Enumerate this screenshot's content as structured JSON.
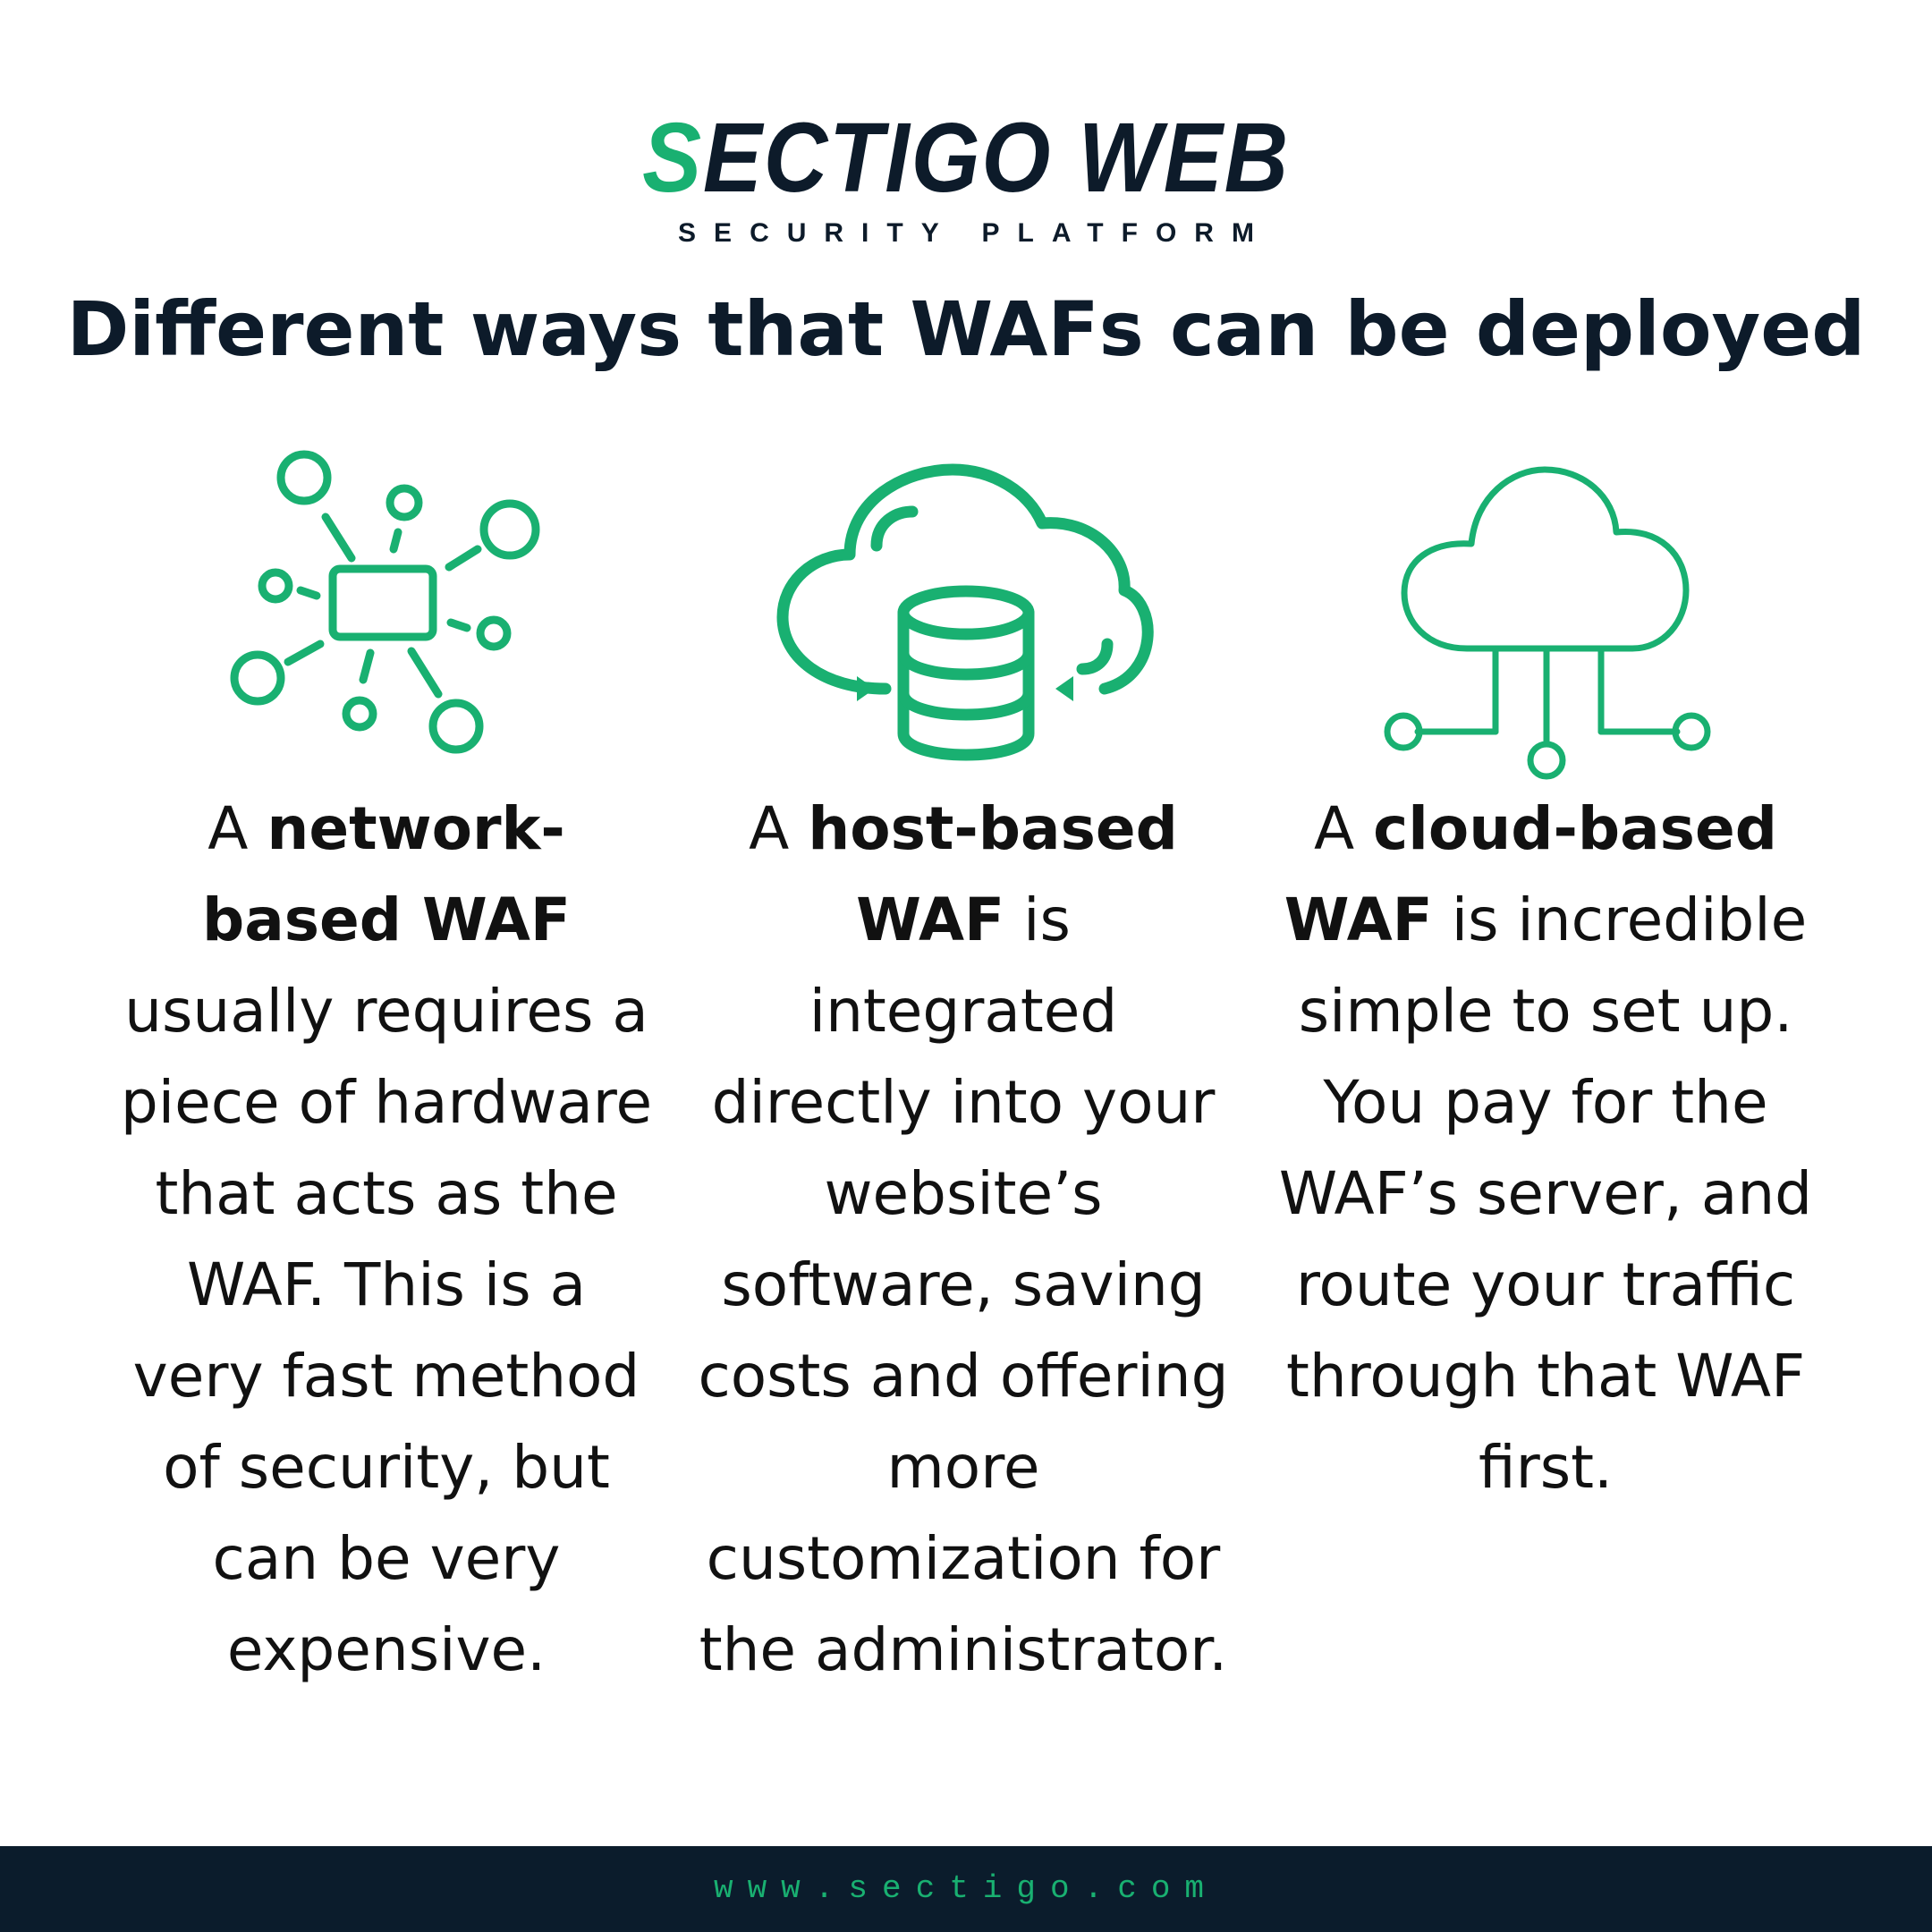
{
  "logo": {
    "brand_first_letter": "S",
    "brand_rest": "ECTIGO WEB",
    "subtitle": "SECURITY PLATFORM"
  },
  "title": "Different ways that WAFs can be deployed",
  "icons": [
    "network-icon",
    "cloud-database-icon",
    "cloud-network-icon"
  ],
  "columns": [
    {
      "lead": "A ",
      "bold": "network-based WAF",
      "text": " usually requires a piece of hardware that acts as the WAF. This is a very fast method of security, but can be very expensive."
    },
    {
      "lead": "A ",
      "bold": "host-based WAF",
      "text": " is integrated directly into your website’s software, saving costs and offering more customization for the administrator."
    },
    {
      "lead": "A ",
      "bold": "cloud-based WAF",
      "text": " is incredible simple to set up. You pay for the WAF’s server, and route your traffic through that WAF first."
    }
  ],
  "footer": {
    "url": "www.sectigo.com"
  },
  "colors": {
    "accent": "#19b071",
    "navy": "#0b1c2c",
    "text": "#111111"
  }
}
